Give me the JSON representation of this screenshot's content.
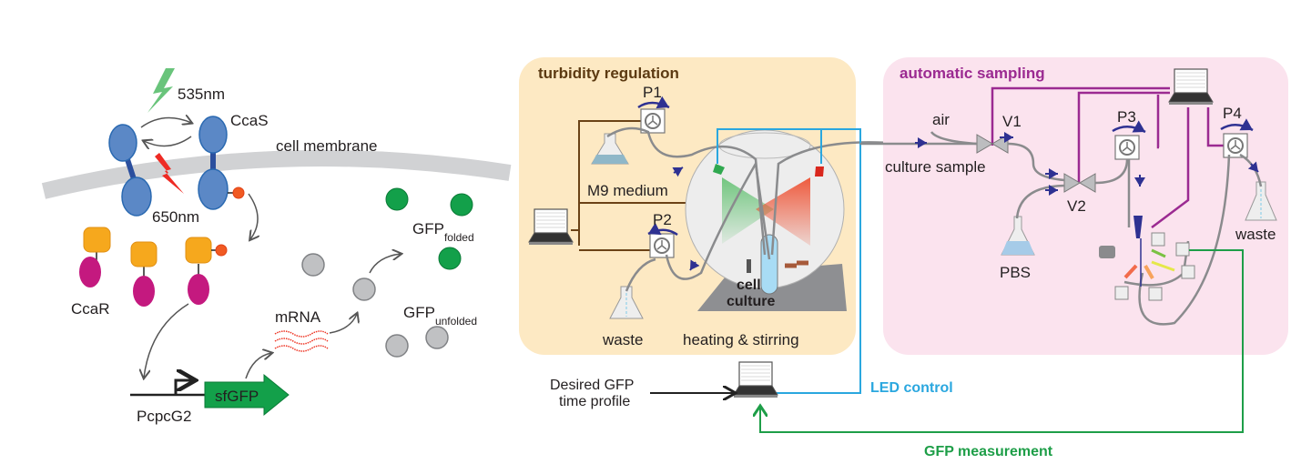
{
  "left_panel": {
    "light_green": "535nm",
    "light_red": "650nm",
    "sensor": "CcaS",
    "membrane": "cell membrane",
    "regulator": "CcaR",
    "promoter": "PcpcG2",
    "gene": "sfGFP",
    "mrna": "mRNA",
    "gfp_folded_main": "GFP",
    "gfp_folded_sub": "folded",
    "gfp_unfolded_main": "GFP",
    "gfp_unfolded_sub": "unfolded"
  },
  "turbidity_box": {
    "title": "turbidity regulation",
    "pump1": "P1",
    "pump2": "P2",
    "medium": "M9 medium",
    "waste": "waste",
    "culture_line1": "cell",
    "culture_line2": "culture",
    "heater": "heating & stirring"
  },
  "sampling_box": {
    "title": "automatic sampling",
    "air": "air",
    "valve1": "V1",
    "valve2": "V2",
    "pump3": "P3",
    "pump4": "P4",
    "culture_sample": "culture sample",
    "pbs": "PBS",
    "waste": "waste"
  },
  "control": {
    "input_line1": "Desired GFP",
    "input_line2": "time profile",
    "led_control": "LED control",
    "gfp_measurement": "GFP measurement"
  },
  "colors": {
    "turbidity_bg": "#fde9c3",
    "sampling_bg": "#fbe3ee",
    "turbidity_title": "#5c3a12",
    "sampling_title": "#9b2a91",
    "led_line": "#2aa7df",
    "gfp_line": "#1e9e48",
    "wire_brown": "#6b4216",
    "wire_purple": "#9b2a91",
    "ccas_blue": "#5b88c6",
    "ccar_orange": "#f6a81d",
    "ccar_magenta": "#c4197f",
    "gfp_green": "#13a04a",
    "gfp_grey": "#c0c1c3"
  }
}
